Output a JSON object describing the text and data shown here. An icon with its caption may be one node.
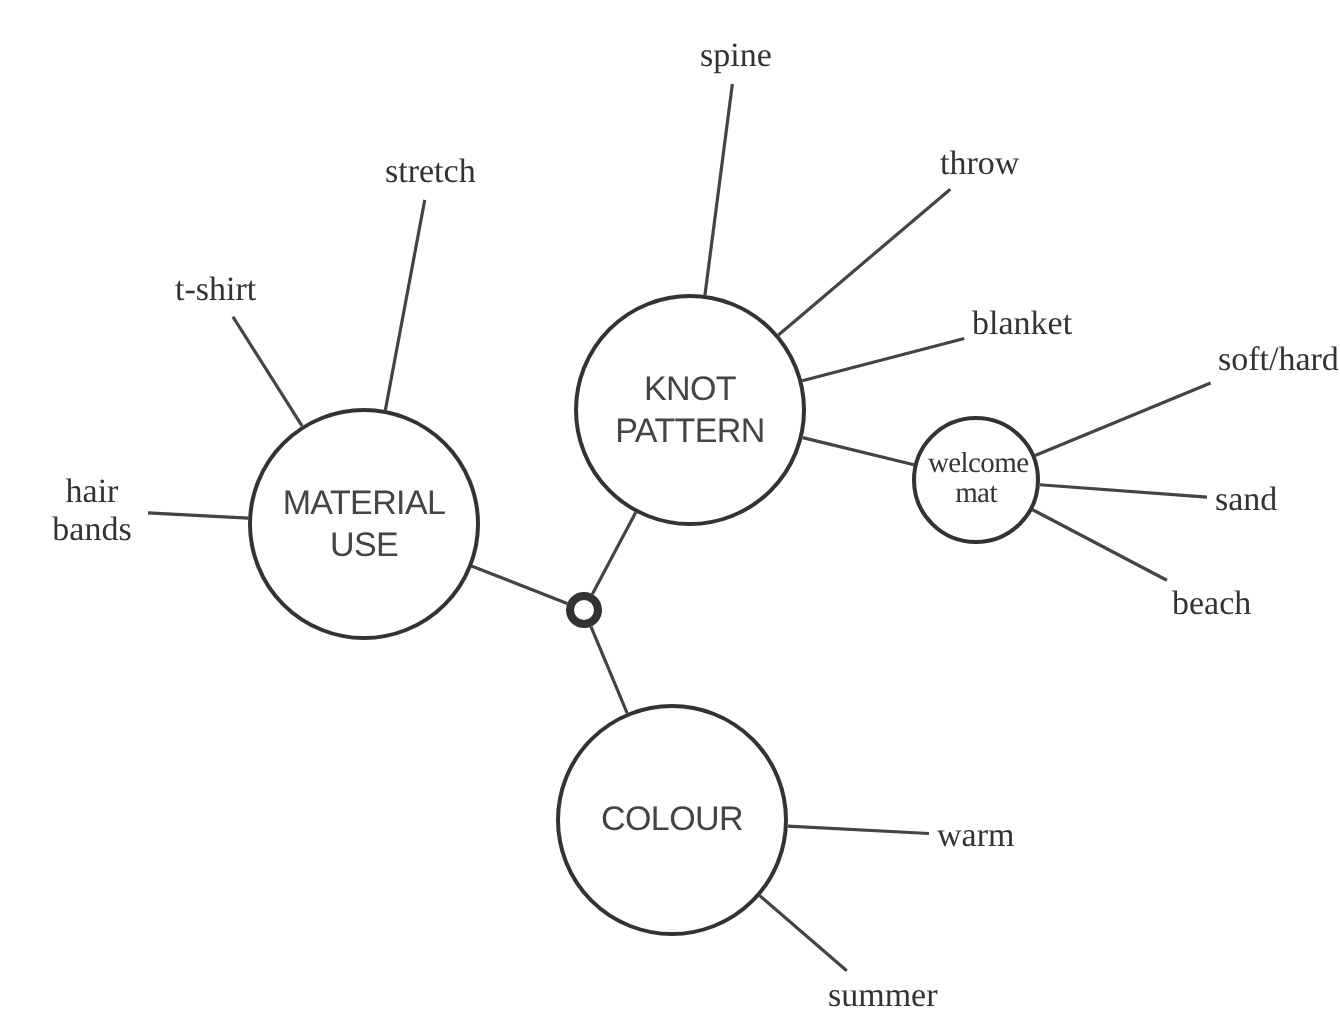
{
  "diagram": {
    "nodes": [
      {
        "text": [
          "stretch"
        ]
      },
      {
        "text": [
          "spine"
        ]
      },
      {
        "text": [
          "throw"
        ]
      },
      {
        "text": [
          "t-shirt"
        ]
      },
      {
        "text": [
          "blanket"
        ]
      },
      {
        "text": [
          "soft/hard"
        ]
      },
      {
        "text": [
          "hair bands"
        ]
      },
      {
        "text": [
          "KNOT PATTERN"
        ]
      },
      {
        "text": [
          "MATERIAL USE"
        ]
      },
      {
        "text": [
          "welcome mat"
        ]
      },
      {
        "text": [
          "sand"
        ]
      },
      {
        "text": [
          "beach"
        ]
      },
      {
        "text": [],
        "shape": "circle"
      },
      {
        "text": [
          "COLOUR"
        ]
      },
      {
        "text": [
          "warm"
        ]
      },
      {
        "text": [
          "summer"
        ]
      }
    ],
    "edges": [
      {
        "from": 12,
        "to": 8,
        "arrow": "none"
      },
      {
        "from": 12,
        "to": 7,
        "arrow": "none"
      },
      {
        "from": 12,
        "to": 13,
        "arrow": "none"
      },
      {
        "from": 8,
        "to": 6,
        "arrow": "none"
      },
      {
        "from": 8,
        "to": 3,
        "arrow": "none"
      },
      {
        "from": 8,
        "to": 0,
        "arrow": "none"
      },
      {
        "from": 7,
        "to": 1,
        "arrow": "none"
      },
      {
        "from": 7,
        "to": 2,
        "arrow": "none"
      },
      {
        "from": 7,
        "to": 4,
        "arrow": "none"
      },
      {
        "from": 7,
        "to": 9,
        "arrow": "none"
      },
      {
        "from": 9,
        "to": 5,
        "arrow": "none"
      },
      {
        "from": 9,
        "to": 10,
        "arrow": "none"
      },
      {
        "from": 9,
        "to": 11,
        "arrow": "none"
      },
      {
        "from": 13,
        "to": 14,
        "arrow": "none"
      },
      {
        "from": 13,
        "to": 15,
        "arrow": "none"
      }
    ]
  }
}
